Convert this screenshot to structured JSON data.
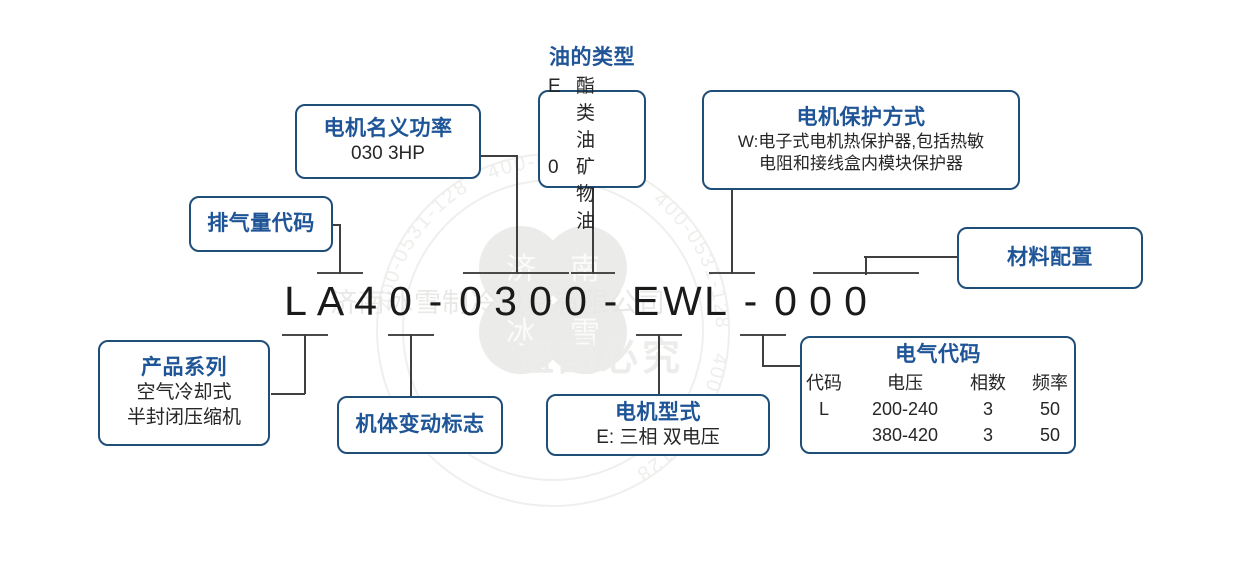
{
  "diagram": {
    "title_code": "LA40-0300-EWL-000",
    "code_chars": [
      "L",
      "A",
      "4",
      "0",
      "-",
      "0",
      "3",
      "0",
      "0",
      "-",
      "E",
      "W",
      "L",
      "-",
      "0",
      "0",
      "0"
    ],
    "accent_border": "#1f4e79",
    "accent_title": "#1f5597",
    "code_color": "#1a1a1a"
  },
  "boxes": {
    "discharge_code": {
      "title": "排气量代码"
    },
    "motor_power": {
      "title": "电机名义功率",
      "line1": "030    3HP"
    },
    "oil_type": {
      "title": "油的类型",
      "rows": [
        {
          "code": "E",
          "desc": "酯类油"
        },
        {
          "code": "0",
          "desc": "矿物油"
        }
      ]
    },
    "motor_protection": {
      "title": "电机保护方式",
      "line1": "W:电子式电机热保护器,包括热敏",
      "line2": "电阻和接线盒内模块保护器"
    },
    "material_config": {
      "title": "材料配置"
    },
    "product_series": {
      "title": "产品系列",
      "line1": "空气冷却式",
      "line2": "半封闭压缩机"
    },
    "body_change_mark": {
      "title": "机体变动标志"
    },
    "motor_type": {
      "title": "电机型式",
      "line1": "E: 三相 双电压"
    },
    "electrical_code": {
      "title": "电气代码",
      "headers": [
        "代码",
        "电压",
        "相数",
        "频率"
      ],
      "rows": [
        [
          "L",
          "200-240",
          "3",
          "50"
        ],
        [
          "",
          "380-420",
          "3",
          "50"
        ]
      ]
    }
  },
  "watermark": {
    "ring_text": "400-0531-128",
    "logo_chars": [
      "济",
      "南",
      "冰",
      "雪"
    ],
    "company": "济南冰雪制冷设备有限公司",
    "notice": "盗图必究"
  }
}
